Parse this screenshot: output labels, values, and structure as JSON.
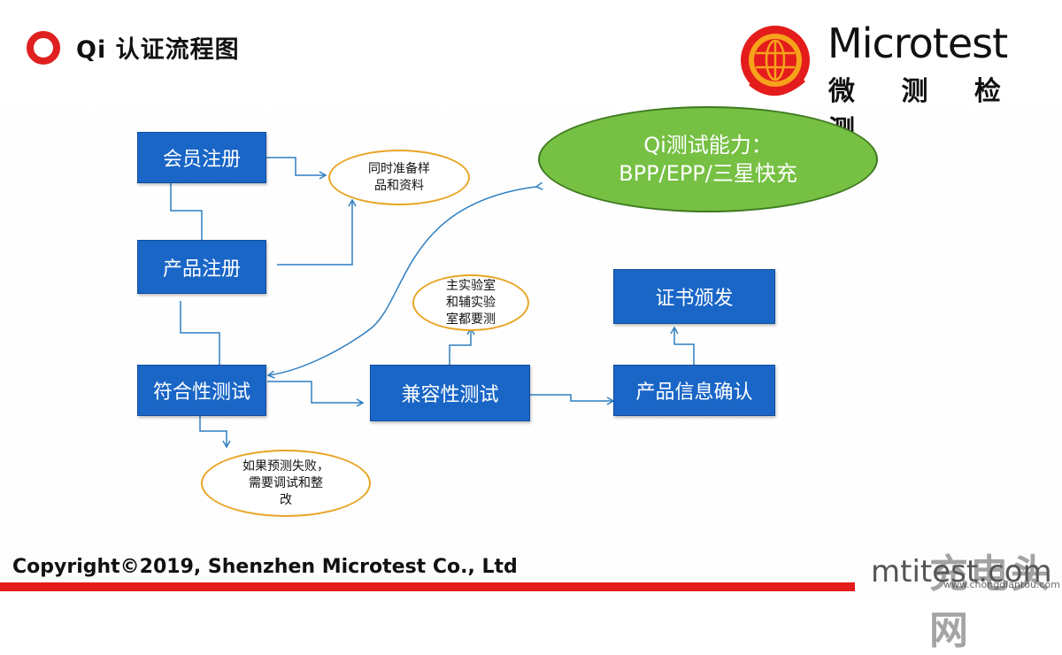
{
  "title": "Qi 认证流程图",
  "logo": {
    "wordmark": "Microtest",
    "chinese": "微 测 检 测"
  },
  "boxes": {
    "member": "会员注册",
    "product_reg": "产品注册",
    "conformance": "符合性测试",
    "compat": "兼容性测试",
    "product_info": "产品信息确认",
    "cert": "证书颁发"
  },
  "notes": {
    "prepare_line1": "同时准备样",
    "prepare_line2": "品和资料",
    "lab_line1": "主实验室",
    "lab_line2": "和辅实验",
    "lab_line3": "室都要测",
    "fail_line1": "如果预测失败，",
    "fail_line2": "需要调试和整",
    "fail_line3": "改"
  },
  "capability": {
    "line1": "Qi测试能力：",
    "line2": "BPP/EPP/三星快充"
  },
  "footer": {
    "copyright": "Copyright©2019, Shenzhen Microtest Co., Ltd",
    "site": "mtitest.com"
  },
  "watermark": {
    "text": "充电头网",
    "url": "www.chongdiantou.com"
  },
  "colors": {
    "box": "#1a66c7",
    "note_border": "#e8a526",
    "capability_fill": "#76c043",
    "accent_red": "#e41c1c",
    "connector": "#2f7fc1"
  }
}
